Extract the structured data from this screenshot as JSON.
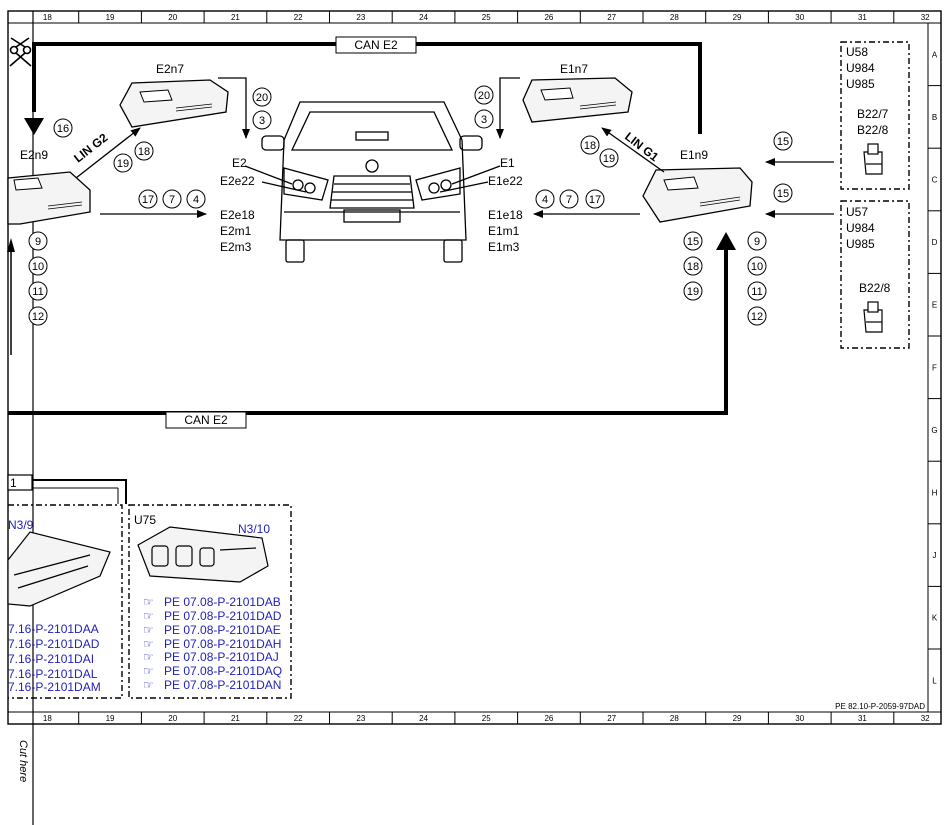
{
  "grid": {
    "columns": [
      "18",
      "19",
      "20",
      "21",
      "22",
      "23",
      "24",
      "25",
      "26",
      "27",
      "28",
      "29",
      "30",
      "31",
      "32"
    ],
    "rows": [
      "A",
      "B",
      "C",
      "D",
      "E",
      "F",
      "G",
      "H",
      "J",
      "K",
      "L"
    ]
  },
  "bus": {
    "top": "CAN E2",
    "bottom": "CAN E2",
    "box_partial": "1"
  },
  "links": {
    "left": "LIN G2",
    "right": "LIN G1"
  },
  "modules": {
    "e2n7": "E2n7",
    "e1n7": "E1n7",
    "e2n9": "E2n9",
    "e1n9": "E1n9"
  },
  "lamps": {
    "left_top": [
      "E2",
      "E2e22"
    ],
    "left_bottom": [
      "E2e18",
      "E2m1",
      "E2m3"
    ],
    "right_top": [
      "E1",
      "E1e22"
    ],
    "right_bottom": [
      "E1e18",
      "E1m1",
      "E1m3"
    ]
  },
  "circles": {
    "c16": "16",
    "c19a": "19",
    "c18a": "18",
    "c20a": "20",
    "c3a": "3",
    "c17a": "17",
    "c7a": "7",
    "c4a": "4",
    "c9a": "9",
    "c10a": "10",
    "c11a": "11",
    "c12a": "12",
    "c20b": "20",
    "c3b": "3",
    "c18b": "18",
    "c19b": "19",
    "c4b": "4",
    "c7b": "7",
    "c17b": "17",
    "c15a": "15",
    "c18c": "18",
    "c19c": "19",
    "c9b": "9",
    "c10b": "10",
    "c11b": "11",
    "c12b": "12",
    "c15b": "15",
    "c15c": "15"
  },
  "variants_top": {
    "codes": [
      "U58",
      "U984",
      "U985"
    ],
    "connectors": [
      "B22/7",
      "B22/8"
    ]
  },
  "variants_bottom": {
    "codes": [
      "U57",
      "U984",
      "U985"
    ],
    "connectors": [
      "B22/8"
    ]
  },
  "ecu_left": {
    "label": "N3/9",
    "refs": [
      "7.16-P-2101DAA",
      "7.16-P-2101DAD",
      "7.16-P-2101DAI",
      "7.16-P-2101DAL",
      "7.16-P-2101DAM"
    ]
  },
  "ecu_right": {
    "code": "U75",
    "label": "N3/10",
    "refs": [
      "PE 07.08-P-2101DAB",
      "PE 07.08-P-2101DAD",
      "PE 07.08-P-2101DAE",
      "PE 07.08-P-2101DAH",
      "PE 07.08-P-2101DAJ",
      "PE 07.08-P-2101DAQ",
      "PE 07.08-P-2101DAN"
    ]
  },
  "doc_ref": "PE 82.10-P-2059-97DAD",
  "cut_here": "Cut here",
  "colors": {
    "ink": "#000000",
    "link_blue": "#2222bb",
    "module_fill": "#f4f4f4"
  }
}
